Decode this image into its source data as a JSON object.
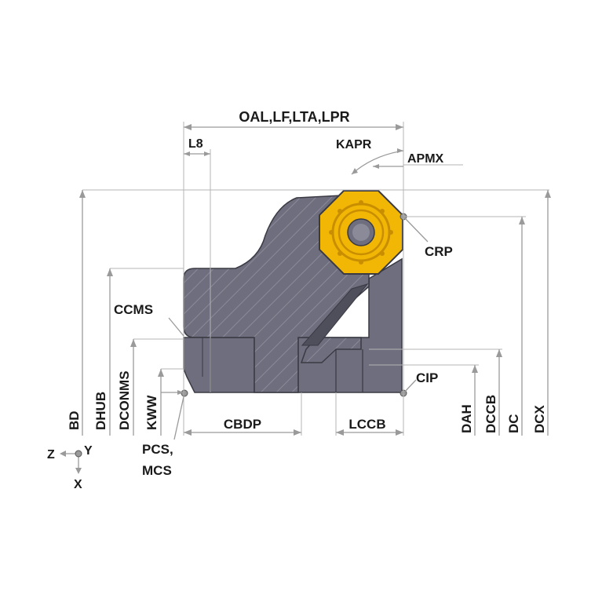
{
  "labels": {
    "oal": "OAL,LF,LTA,LPR",
    "l8": "L8",
    "kapr": "KAPR",
    "apmx": "APMX",
    "crp": "CRP",
    "ccms": "CCMS",
    "cip": "CIP",
    "bd": "BD",
    "dhub": "DHUB",
    "dconms": "DCONMS",
    "kww": "KWW",
    "cbdp": "CBDP",
    "lccb": "LCCB",
    "dah": "DAH",
    "dccb": "DCCB",
    "dc": "DC",
    "dcx": "DCX",
    "pcs_line1": "PCS,",
    "pcs_line2": "MCS",
    "axis_z": "Z",
    "axis_y": "Y",
    "axis_x": "X"
  },
  "colors": {
    "body": "#6e6e7e",
    "body_dark": "#4f4f5c",
    "hatch": "#8a8a98",
    "outline": "#3a3a44",
    "insert": "#f2b705",
    "insert_dark": "#c98e00",
    "dimension": "#9a9a9a",
    "text": "#1a1a1a"
  }
}
